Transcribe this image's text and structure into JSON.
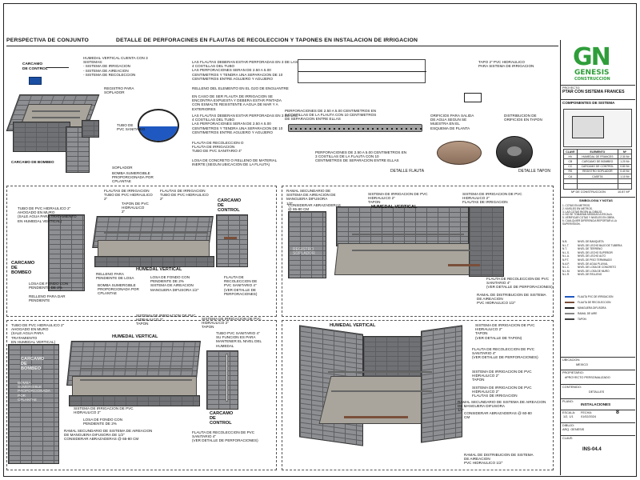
{
  "sheet": {
    "title_left": "PERSPECTIVA DE CONJUNTO",
    "title_center": "DETALLE DE PERFORACINES EN FLAUTAS DE RECOLECCION Y TAPONES EN INSTALACION DE IRRIGACION"
  },
  "perspectiva": {
    "carcamo_control": "CARCAMO\nDE CONTROL",
    "carcamo_bombeo": "CARCAMO DE BOMBEO",
    "humedal_cuenta": "HUMEDAL VERTICAL CUENTA CON 3\nSISTEMAS:\n- SISTEMA DE IRRIGACION\n- SISTEMA DE AIREACION\n- SISTEMA DE RECOLECCION",
    "registro_soplador": "REGISTRO PARA\nSOPLADOR",
    "tubo_pvc": "TUBO DE\nPVC SANITARIO",
    "soplador": "SOPLADOR",
    "bomba": "BOMBA SUMERGIBLE\nPROPORCIONADA POR\nCPLANTAE"
  },
  "detalle_perforacion": {
    "notes": [
      "LAS FLAUTAS DEBERAN ESTAR PERFORADAS EN 3 DE LAS\n4 COSTILLAS DEL TUBO\nLAS PERFORACIONES SERAN DE 2.50 A 5.00\nCENTIMETROS Y TENDRA UNA SEPARACION DE 10\nCENTIMETROS ENTRE AGUJERO Y AGUJERO",
      "RELLENO DEL ELEMENTO EN EL OJO DE ENGUANTRE",
      "EN CASO DE SER FLAUTA DE IRRIGACION SE\nENCONTRA EXPUESTA Y DEBERA ESTAR PINTADA\nCON ESMALTE RESISTENTE A AGUA DE MAR Y A\nEXTERIORES",
      "LAS FLAUTAS DEBERAN ESTAR PERFORADAS EN 3 DE LAS\n4 COSTILLAS DEL TUBO\nLAS PERFORACIONES SERAN DE 2.50 A 5.00\nCENTIMETROS Y TENDRA UNA SEPARACION DE 10\nCENTIMETROS ENTRE AGUJERO Y AGUJERO",
      "FLAUTA DE RECOLECCION O\nFLAUTA DE IRRIGACION\nTUBO DE PVC SANITARIO 4\"",
      "LOSA DE CONCRETO O RELLENO DE MATERIAL\nINERTE (SEGUN UBICACION DE LA FLAUTA)"
    ],
    "perforaciones_1": "PERFORACIONES DE 2.50 A 5.00 CENTIMETROS EN\n3 COSTILLAS DE LA FLAUTA CON 10 CENTIMETROS\nDE SEPARACION ENTRE ELLAS",
    "perforaciones_2": "PERFORACIONES DE 2.50 A 5.00 CENTIMETROS EN\n3 COSTILLAS DE LA FLAUTA CON 10\nCENTIMETROS DE SEPARACION ENTRE ELLAS",
    "detalle_flauta": "DETALLE FLAUTA",
    "tapo": "TAPO 2\" PVC HIDRAULICO\nPARA SISTEMA DE IRRIGACION",
    "orificios": "ORIFICIOS PARA SALIDA\nDE AGUA SEGUN SE\nMUESTRA EN EL\nESQUEMA DE PLANTA",
    "distribucion": "DISTRIBUCION DE\nORIFICIOS EN TAPON",
    "detalle_tapon": "DETALLE TAPON"
  },
  "panel_a": {
    "flautas_irr": "FLAUTAS DE IRRIGACION\nTUBO DE PVC HIDRAULICO\n2\"",
    "flautas_irr_2": "FLAUTAS DE IRRIGACION\nTUBO DE PVC HIDRAULICO\n2\"",
    "tapon_pvc": "TAPON DE PVC\nHIDRAULICO\n2\"",
    "carcamo_control": "CARCAMO\nDE\nCONTROL",
    "tubo_pvc_ahogado": "TUBO DE PVC HIDRAULICO 2\"\nAHOGADO EN MURO\n(SALE AGUA PARA TRATAMIENTO\nEN HUMEDAL VERTICAL)",
    "carcamo_bombeo": "CARCAMO\nDE\nBOMBEO",
    "losa_fondo": "LOSA DE FONDO CON\nPENDIENTE DE 2%",
    "relleno": "RELLENO PARA DAR\nPENDIENTE",
    "relleno_losa": "RELLENO PARA\nPENDIENTE DE LOSA",
    "bomba": "BOMBA SUMERGIBLE\nPROPORCIONADA POR\nCPLANTAE",
    "humedal": "HUMEDAL VERTICAL",
    "losa_fondo_2": "LOSA DE FONDO CON\nPENDIENTE DE 2%\nSISTEMA DE AIREACION\nMANGUERA DIFUSORA 1/2\"",
    "flauta_recoleccion": "FLAUTA DE\nRECOLECCION DE\nPVC SANITARIO 4\"\n(VER DETALLE DE\nPERFORACIONES)"
  },
  "panel_b": {
    "ramal": "RAMAL SECUNDARIO DE\nSISTEMA DE AIREACION DE\nMANGUERA DIFUSORA\n1/2\"",
    "abrazaderas": "CONSIDERAR ABRAZADERAS\n@ 65-80 CM",
    "sistema_irr": "SISTEMA DE IRRIGACION DE PVC\nHIDRAULICO 2\"\nTAPON",
    "sistema_irr_2": "SISTEMA DE IRRIGACION DE PVC\nHIDRAULICO 2\"\nFLAUTAS DE IRRIGACION",
    "humedal": "HUMEDAL VERTICAL",
    "registro": "REGISTRO\nSOPLADOR",
    "flauta_rec": "FLAUTA DE RECOLECCION DE PVC\nSANITARIO 4\"\n(VER DETALLE DE PERFORACIONES)",
    "ramal_dist": "RAMAL DE DISTRIBUCION DE SISTEMA\nDE AIREACION\nPVC HIDRAULICO 1/2\""
  },
  "panel_c": {
    "tubo_pvc": "TUBO DE PVC HIDRAULICO 2\"\nAHOGADO EN MURO\n(SALE AGUA PARA\nTRATAMIENTO\nEN HUMEDAL VERTICAL)",
    "carcamo_bombeo": "CARCAMO\nDE\nBOMBEO",
    "bomba": "BOMBA\nSUMERGIBLE\nPROPORCIONADA\nPOR\nCPLANTAE",
    "humedal": "HUMEDAL VERTICAL",
    "sistema_irr": "SISTEMA DE IRRIGACION DE PVC\nHIDRAULICO 2\"\nTAPON",
    "sistema_irr_2": "SISTEMA DE IRRIGACION DE PVC\nHIDRAULICO 2\"\nTAPON",
    "tubo_sanitario": "TUBO PVC SANITARIO 4\"\nSU FUNCION ES PARA\nMANTENER EL NIVEL DEL\nHUMEDAL",
    "sistema_irr_3": "SISTEMA DE IRRIGACION DE PVC\nHIDRAULICO 2\"",
    "losa": "LOSA DE FONDO CON\nPENDIENTE DE 2%",
    "ramal": "RAMAL SECUNDARIO DE SISTEMA DE AIREACION\nDE MANGUERA DIFUSORA DE 1/2\"\nCONSIDERAR ABRAZADERAS @ 65-80 CM",
    "carcamo_control": "CARCAMO\nDE\nCONTROL",
    "flauta_rec": "FLAUTA DE RECOLECCION DE PVC\nSANITARIO 4\"\n(VER DETALLE DE PERFORACIONES)"
  },
  "panel_d": {
    "humedal": "HUMEDAL VERTICAL",
    "sistema_irr": "SISTEMA DE IRRIGACION DE PVC\nHIDRAULICO 2\"\nTAPON\n(VER DETALLE DE TAPON)",
    "flauta_rec": "FLAUTA DE RECOLECCION DE PVC\nSANITARIO 4\"\n(VER DETALLE DE PERFORACIONES)",
    "sistema_irr_2": "SISTEMA DE IRRIGACION DE PVC\nHIDRAULICO 2\"\nTAPON",
    "sistema_irr_3": "SISTEMA DE IRRIGACION DE PVC\nHIDRAULICO 2\"\nFLAUTAS DE IRRIGACION",
    "ramal": "RAMAL SECUNDARIO DE SISTEMA DE AIREACION\nDE MANGUERA DIFUSORA\n1/2\"",
    "abrazaderas": "CONSIDERAR ABRAZADERAS @ 60-80\nCM",
    "ramal_dist": "RAMAL DE DISTRIBUCION DE SISTEMA\nDE AIREACION\nPVC HIDRAULICO 1/2\""
  },
  "titleblock": {
    "logo_text": "GN",
    "brand": "GENESIS",
    "brand_sub": "CONSTRUCCION",
    "proyecto_lbl": "PROYECTO:",
    "proyecto": "PTAR CON SISTEMA FRANCES",
    "componentes": "COMPONENTES DE SISTEMA",
    "table_headers": [
      "CLAVE",
      "ELEMENTO",
      "M²"
    ],
    "table_rows": [
      [
        "HV",
        "HUMEDAL DE FRANCES",
        "2.30 M²"
      ],
      [
        "CB",
        "CARCAMO DE BOMBEO",
        "1.20 M²"
      ],
      [
        "CC",
        "CARCAMO DE CONTROL",
        "0.80 M²"
      ],
      [
        "RS",
        "REGISTRO SOPLADOR",
        "0.40 M²"
      ],
      [
        "CA",
        "CASETA",
        "1.10 M²"
      ],
      [
        "",
        "",
        ""
      ],
      [
        "",
        "",
        ""
      ]
    ],
    "total_lbl": "M² DE CONSTRUCCION",
    "total_val": "10.87 M²",
    "simbologia": "SIMBOLOGIA Y NOTAS",
    "notas": "1. COTAS EN METROS.\n2. NIVELES EN METROS.\n3. LAS COTAS RIGEN AL DIBUJO.\n4. NO SE TOMARAN MEDIDAS A ESCALA.\n5. VERIFICAR COTAS Y NIVELES EN OBRA.\n6. CUALQUIER DIFERENCIA REPORTAR A LA\nSUPERVISION.",
    "lista": "N.B.\nN.L.T.\nN.T.\nN.L.S.\nN.L.A.\nN.P.T.\nN.A.P.\nN.L.C.\nN.L.M.\nN.L.R.",
    "lista_desc": "NIVEL DE BANQUETA\nNIVEL DE LECHO BAJO DE TUBERIA\nNIVEL DE TERRENO\nNIVEL DE LECHO SUPERIOR\nNIVEL DE LECHO ALTO\nNIVEL DE PISO TERMINADO\nNIVEL DE AGUA PLUVIAL\nNIVEL DE LOSA DE CONCRETO\nNIVEL DE LOSA DE MURO\nNIVEL DE RELLENO",
    "legend": [
      "FLAUTA PVC DE IRRIGACION",
      "FLAUTA DE RECOLECCION",
      "MANGUERA DIFUSORA",
      "RAMAL DE AIRE",
      "TAPON"
    ],
    "ubicacion_lbl": "UBICACION:",
    "ubicacion": "MEXICO",
    "propietario_lbl": "PROPIETARIO:",
    "propietario": "#PROYECTO PERSONALIZADO",
    "contenido_lbl": "CONTENIDO:",
    "contenido": "DETALLES",
    "plano_lbl": "PLANO:",
    "plano": "INSTALACIONES",
    "escala_lbl": "ESCALA:",
    "escala": "1/2, 1/1",
    "fecha_lbl": "FECHA:",
    "fecha": "01/02/2024",
    "no": "8",
    "dibujo_lbl": "DIBUJO:",
    "dibujo": "ARQ. GENESIS",
    "clave_lbl": "CLAVE:",
    "clave": "INS-04.4"
  }
}
